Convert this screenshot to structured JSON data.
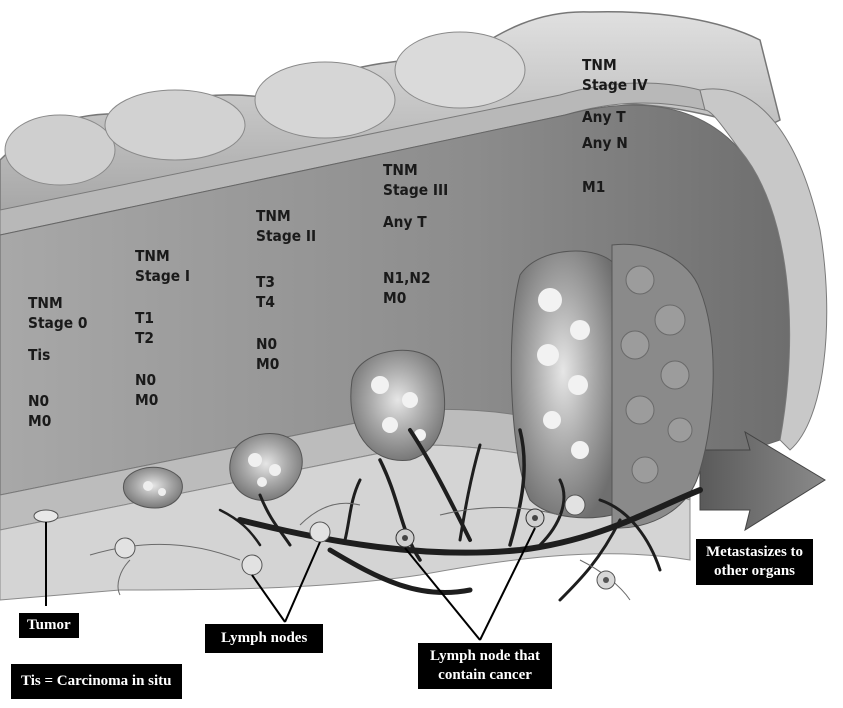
{
  "stages": [
    {
      "id": "stage0",
      "lines": [
        "TNM",
        "Stage 0",
        "",
        "Tis",
        "",
        "N0",
        "M0"
      ]
    },
    {
      "id": "stage1",
      "lines": [
        "TNM",
        "Stage I",
        "",
        "T1",
        "T2",
        "",
        "N0",
        "M0"
      ]
    },
    {
      "id": "stage2",
      "lines": [
        "TNM",
        "Stage II",
        "",
        "T3",
        "T4",
        "",
        "N0",
        "M0"
      ]
    },
    {
      "id": "stage3",
      "lines": [
        "TNM",
        "Stage III",
        "",
        "Any T",
        "",
        "N1,N2",
        "M0"
      ]
    },
    {
      "id": "stage4",
      "lines": [
        "TNM",
        "Stage IV",
        "",
        "Any T",
        "Any N",
        "",
        "M1"
      ]
    }
  ],
  "labels": {
    "tumor": "Tumor",
    "lymph_nodes": "Lymph nodes",
    "lymph_node_cancer_line1": "Lymph node that",
    "lymph_node_cancer_line2": "contain cancer",
    "metastasizes_line1": "Metastasizes to",
    "metastasizes_line2": "other organs",
    "tis_definition": "Tis = Carcinoma in situ"
  },
  "colors": {
    "wall": "#9a9a9a",
    "wall_shadow": "#6a6a6a",
    "outer_bulge": "#c4c4c4",
    "tumor": "#8e8e8e",
    "label_bg": "#000000",
    "label_text": "#ffffff"
  }
}
